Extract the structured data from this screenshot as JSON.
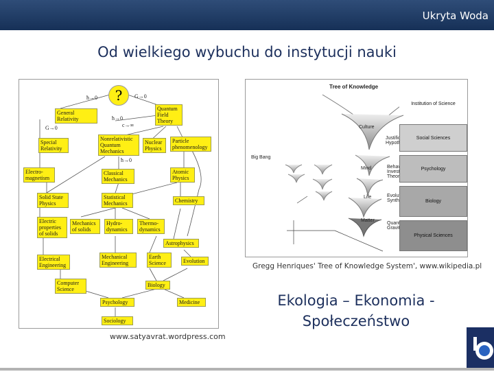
{
  "header": {
    "brand": "Ukryta Woda"
  },
  "slide": {
    "title": "Od wielkiego wybuchu do instytucji nauki",
    "subtitle": "Ekologia – Ekonomia - Społeczeństwo"
  },
  "left_figure": {
    "caption": "www.satyavrat.wordpress.com",
    "top_symbol": "?",
    "edge_labels": [
      "ħ→0",
      "G→0",
      "ħ→0",
      "c→∞",
      "G→0",
      "ħ→0"
    ],
    "nodes": {
      "general_relativity": "General Relativity",
      "quantum_field_theory": "Quantum Field Theory",
      "special_relativity": "Special Relativity",
      "nonrel_qm": "Nonrelativistic Quantum Mechanics",
      "nuclear_physics": "Nuclear Physics",
      "particle_phenomenology": "Particle phenomenology",
      "electromagnetism": "Electro-magnetism",
      "classical_mechanics": "Classical Mechanics",
      "atomic_physics": "Atomic Physics",
      "solid_state_physics": "Solid State Physics",
      "statistical_mechanics": "Statistical Mechanics",
      "chemistry": "Chemistry",
      "electric_props": "Electric properties of solids",
      "mech_solids": "Mechanics of solids",
      "hydrodynamics": "Hydro-dynamics",
      "thermodynamics": "Thermo-dynamics",
      "astrophysics": "Astrophysics",
      "electrical_engineering": "Electrical Engineering",
      "mechanical_engineering": "Mechanical Engineering",
      "earth_science": "Earth Science",
      "evolution": "Evolution",
      "computer_science": "Computer Science",
      "biology": "Biology",
      "psychology": "Psychology",
      "medicine": "Medicine",
      "sociology": "Sociology"
    }
  },
  "right_figure": {
    "title": "Tree of Knowledge",
    "caption": "Gregg Henriques' Tree of Knowledge System', www.wikipedia.pl",
    "bands": [
      "Institution of Science",
      "Social Sciences",
      "Psychology",
      "Biology",
      "Physical Sciences"
    ],
    "labels": {
      "culture": "Culture",
      "mind": "Mind",
      "life": "Life",
      "matter": "Matter",
      "justification": "Justification Hypothesis",
      "behavioral": "Behavioral Investment Theory",
      "evolutionary": "Evolutionary Synthesis",
      "quantum_gravity": "Quantum Gravity",
      "big_bang": "Big Bang"
    }
  },
  "colors": {
    "header": "#163057",
    "title": "#1c2f5c",
    "node_fill": "#ffef14"
  }
}
